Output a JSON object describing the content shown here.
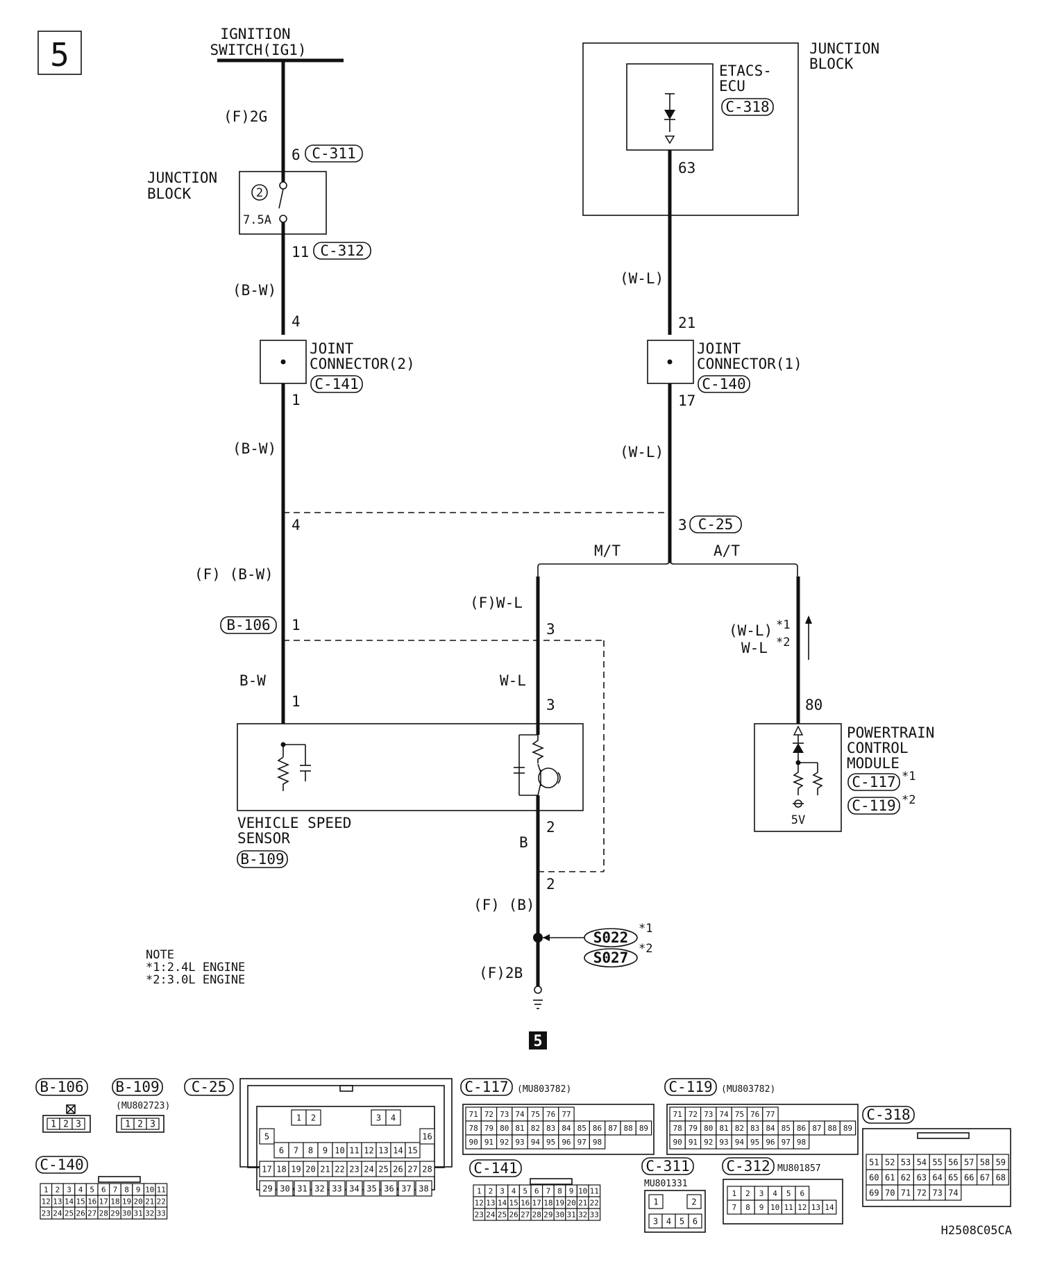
{
  "page_number": "5",
  "ground_ref": "5",
  "ignition_switch": {
    "line1": "IGNITION",
    "line2": "SWITCH(IG1)"
  },
  "wire_f2g": "(F)2G",
  "jb_left": {
    "pin_in": "6",
    "conn_in": "C-311",
    "label1": "JUNCTION",
    "label2": "BLOCK",
    "fuse_no": "2",
    "fuse_rating": "7.5A",
    "pin_out": "11",
    "conn_out": "C-312"
  },
  "wire_bw_1": "(B-W)",
  "jc2": {
    "pin_in": "4",
    "label1": "JOINT",
    "label2": "CONNECTOR(2)",
    "conn": "C-141",
    "pin_out": "1"
  },
  "wire_bw_2": "(B-W)",
  "c25_left_pin": "4",
  "wire_f_bw": "(F) (B-W)",
  "b106": {
    "conn": "B-106",
    "pin": "1"
  },
  "wire_bw_3": "B-W",
  "vss": {
    "pin1": "1",
    "pin3": "3",
    "pin2": "2",
    "label1": "VEHICLE SPEED",
    "label2": "SENSOR",
    "conn": "B-109"
  },
  "jb_right": {
    "label1": "JUNCTION",
    "label2": "BLOCK",
    "ecu1": "ETACS-",
    "ecu2": "ECU",
    "conn": "C-318",
    "pin": "63"
  },
  "wire_wl_1": "(W-L)",
  "jc1": {
    "pin_in": "21",
    "label1": "JOINT",
    "label2": "CONNECTOR(1)",
    "conn": "C-140",
    "pin_out": "17"
  },
  "wire_wl_2": "(W-L)",
  "c25": {
    "pin": "3",
    "conn": "C-25"
  },
  "mt": "M/T",
  "at": "A/T",
  "wire_f_wl": "(F)W-L",
  "pin_3a": "3",
  "wire_wl_3": "W-L",
  "pin_3b": "3",
  "wire_b": "B",
  "pin_2a": "2",
  "pin_2b": "2",
  "wire_f_b": "(F) (B)",
  "splice1": "S022",
  "splice2": "S027",
  "star1": "*1",
  "star2": "*2",
  "wire_f2b": "(F)2B",
  "pcm_wire1": "(W-L)",
  "pcm_wire2": "W-L",
  "pcm": {
    "pin": "80",
    "label1": "POWERTRAIN",
    "label2": "CONTROL",
    "label3": "MODULE",
    "conn1": "C-117",
    "conn2": "C-119",
    "volt": "5V"
  },
  "note": {
    "title": "NOTE",
    "line1": "*1:2.4L ENGINE",
    "line2": "*2:3.0L ENGINE"
  },
  "connectors": {
    "b106": {
      "name": "B-106",
      "pins": [
        "1",
        "2",
        "3"
      ]
    },
    "b109": {
      "name": "B-109",
      "part": "(MU802723)",
      "pins": [
        "1",
        "2",
        "3"
      ]
    },
    "c25": {
      "name": "C-25",
      "rows": [
        [
          "1",
          "2",
          "3",
          "4"
        ],
        [
          "5",
          "6",
          "7",
          "8",
          "9",
          "10",
          "11",
          "12",
          "13",
          "14",
          "15",
          "16"
        ],
        [
          "17",
          "18",
          "19",
          "20",
          "21",
          "22",
          "23",
          "24",
          "25",
          "26",
          "27",
          "28"
        ],
        [
          "29",
          "30",
          "31",
          "32",
          "33",
          "34",
          "35",
          "36",
          "37",
          "38"
        ]
      ]
    },
    "c117": {
      "name": "C-117",
      "part": "(MU803782)",
      "rows": [
        [
          "71",
          "72",
          "73",
          "74",
          "75",
          "76",
          "77"
        ],
        [
          "78",
          "79",
          "80",
          "81",
          "82",
          "83",
          "84",
          "85",
          "86",
          "87",
          "88",
          "89"
        ],
        [
          "90",
          "91",
          "92",
          "93",
          "94",
          "95",
          "96",
          "97",
          "98"
        ]
      ]
    },
    "c119": {
      "name": "C-119",
      "part": "(MU803782)",
      "rows": [
        [
          "71",
          "72",
          "73",
          "74",
          "75",
          "76",
          "77"
        ],
        [
          "78",
          "79",
          "80",
          "81",
          "82",
          "83",
          "84",
          "85",
          "86",
          "87",
          "88",
          "89"
        ],
        [
          "90",
          "91",
          "92",
          "93",
          "94",
          "95",
          "96",
          "97",
          "98"
        ]
      ]
    },
    "c318": {
      "name": "C-318",
      "rows": [
        [
          "51",
          "52",
          "53",
          "54",
          "55",
          "56",
          "57",
          "58",
          "59"
        ],
        [
          "60",
          "61",
          "62",
          "63",
          "64",
          "65",
          "66",
          "67",
          "68"
        ],
        [
          "69",
          "70",
          "71",
          "72",
          "73",
          "74"
        ]
      ]
    },
    "c140": {
      "name": "C-140",
      "rows": [
        [
          "1",
          "2",
          "3",
          "4",
          "5",
          "6",
          "7",
          "8",
          "9",
          "10",
          "11"
        ],
        [
          "12",
          "13",
          "14",
          "15",
          "16",
          "17",
          "18",
          "19",
          "20",
          "21",
          "22"
        ],
        [
          "23",
          "24",
          "25",
          "26",
          "27",
          "28",
          "29",
          "30",
          "31",
          "32",
          "33"
        ]
      ]
    },
    "c141": {
      "name": "C-141",
      "rows": [
        [
          "1",
          "2",
          "3",
          "4",
          "5",
          "6",
          "7",
          "8",
          "9",
          "10",
          "11"
        ],
        [
          "12",
          "13",
          "14",
          "15",
          "16",
          "17",
          "18",
          "19",
          "20",
          "21",
          "22"
        ],
        [
          "23",
          "24",
          "25",
          "26",
          "27",
          "28",
          "29",
          "30",
          "31",
          "32",
          "33"
        ]
      ]
    },
    "c311": {
      "name": "C-311",
      "part": "MU801331",
      "rows": [
        [
          "1",
          "2"
        ],
        [
          "3",
          "4",
          "5",
          "6"
        ]
      ]
    },
    "c312": {
      "name": "C-312",
      "part": "MU801857",
      "rows": [
        [
          "1",
          "2",
          "3",
          "4",
          "5",
          "6"
        ],
        [
          "7",
          "8",
          "9",
          "10",
          "11",
          "12",
          "13",
          "14"
        ]
      ]
    }
  },
  "figure_code": "H2508C05CA"
}
